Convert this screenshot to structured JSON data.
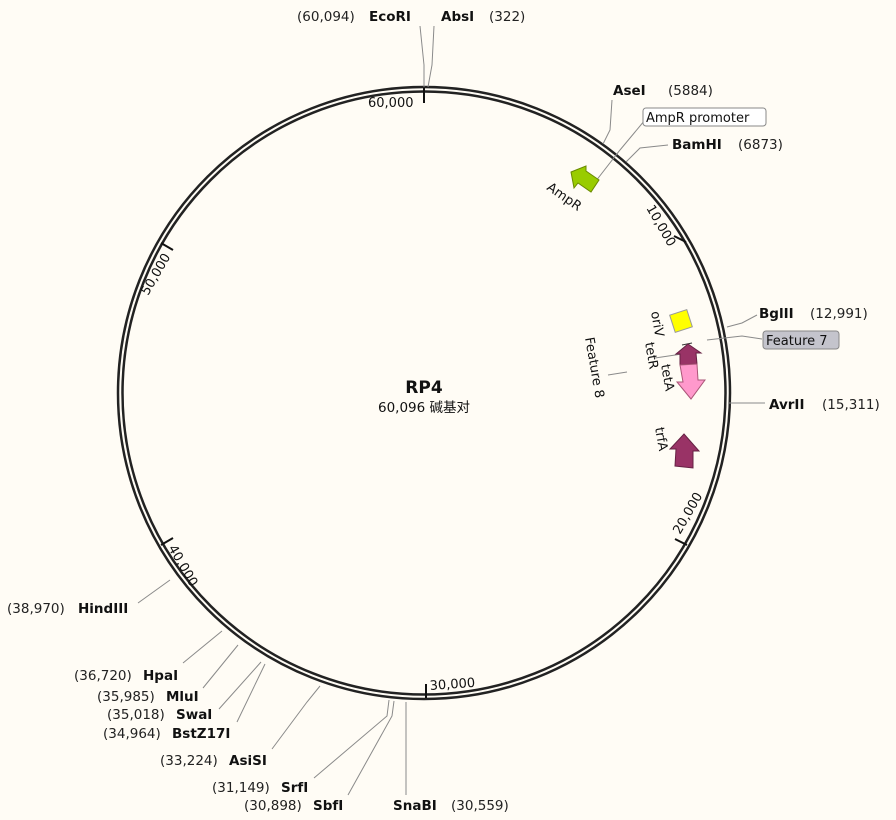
{
  "plasmid": {
    "name": "RP4",
    "length_label": "60,096 碱基对"
  },
  "ticks": [
    "10,000",
    "20,000",
    "30,000",
    "40,000",
    "50,000",
    "60,000"
  ],
  "enzymes": [
    {
      "name": "EcoRI",
      "pos": "(60,094)"
    },
    {
      "name": "AbsI",
      "pos": "(322)"
    },
    {
      "name": "AseI",
      "pos": "(5884)"
    },
    {
      "name": "BamHI",
      "pos": "(6873)"
    },
    {
      "name": "BglII",
      "pos": "(12,991)"
    },
    {
      "name": "AvrII",
      "pos": "(15,311)"
    },
    {
      "name": "HindIII",
      "pos": "(38,970)"
    },
    {
      "name": "HpaI",
      "pos": "(36,720)"
    },
    {
      "name": "MluI",
      "pos": "(35,985)"
    },
    {
      "name": "SwaI",
      "pos": "(35,018)"
    },
    {
      "name": "BstZ17I",
      "pos": "(34,964)"
    },
    {
      "name": "AsiSI",
      "pos": "(33,224)"
    },
    {
      "name": "SrfI",
      "pos": "(31,149)"
    },
    {
      "name": "SbfI",
      "pos": "(30,898)"
    },
    {
      "name": "SnaBI",
      "pos": "(30,559)"
    }
  ],
  "features": {
    "ampr_promoter": "AmpR promoter",
    "ampr": "AmpR",
    "oriv": "oriV",
    "tetr": "tetR",
    "teta": "tetA",
    "trfa": "trfA",
    "feature7": "Feature 7",
    "feature8": "Feature 8"
  },
  "colors": {
    "ampr": "#99cc00",
    "oriv": "#ffff00",
    "tetr": "#993366",
    "teta": "#ff99cc",
    "trfa": "#993366",
    "feature7_bg": "#c4c4cc"
  }
}
